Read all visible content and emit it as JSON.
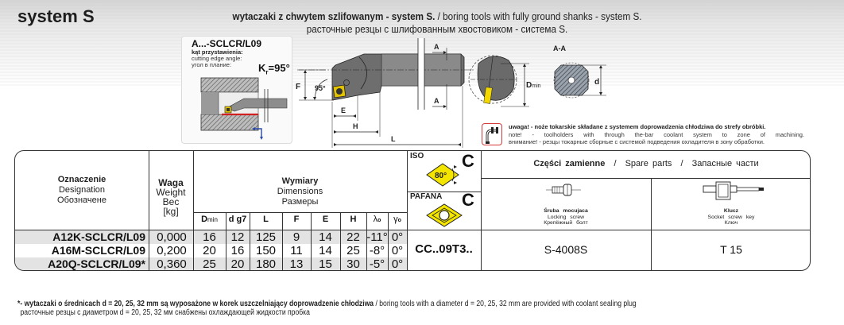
{
  "header": {
    "title": "system S",
    "subtitle_pl": "wytaczaki z chwytem szlifowanym  - system S.",
    "subtitle_sep": " / ",
    "subtitle_en": "boring tools with  fully ground shanks - system S.",
    "subtitle_ru": "расточные резцы с шлифованным хвостовиком - система S."
  },
  "angle_box": {
    "code": "A...-SCLCR/L09",
    "label_pl": "kąt przystawienia:",
    "label_en": "cutting edge angle:",
    "label_ru": "угол в плание:",
    "kr_symbol": "K",
    "kr_sub": "r",
    "kr_value": "=95°"
  },
  "drawing": {
    "labels": {
      "A_top": "A",
      "A_bottom": "A",
      "F": "F",
      "angle": "95°",
      "E": "E",
      "H": "H",
      "L": "L",
      "Dmin_D": "D",
      "Dmin_sub": "min",
      "section": "A-A",
      "d": "d"
    }
  },
  "note": {
    "icon": "coolant-pipe-icon",
    "pl": "uwaga! - noże tokarskie składane z systemem doprowadzenia chłodziwa do strefy obróbki.",
    "en": "note! - toolholders with through the-bar coolant system to zone of machining.",
    "ru": "внимание! - резцы токарные сборные с системой подведения охладителя в зону обработки."
  },
  "table": {
    "designation": {
      "pl": "Oznaczenie",
      "en": "Designation",
      "ru": "Обозначене"
    },
    "weight": {
      "pl": "Waga",
      "en": "Weight",
      "ru": "Вес",
      "unit": "[kg]"
    },
    "dimensions": {
      "pl": "Wymiary",
      "en": "Dimensions",
      "ru": "Размеры"
    },
    "columns": [
      {
        "main": "D",
        "sub": "min"
      },
      {
        "main": "d g7",
        "sub": ""
      },
      {
        "main": "L",
        "sub": ""
      },
      {
        "main": "F",
        "sub": ""
      },
      {
        "main": "E",
        "sub": ""
      },
      {
        "main": "H",
        "sub": ""
      },
      {
        "main": "λ",
        "sub": "o"
      },
      {
        "main": "γ",
        "sub": "o"
      }
    ],
    "iso": {
      "label": "ISO",
      "letter": "C",
      "angle": "80°"
    },
    "pafana": {
      "label": "PAFANA",
      "letter": "C"
    },
    "insert_code": "CC..09T3..",
    "spare_parts": {
      "title_pl": "Części  zamienne",
      "sep": "/",
      "title_en": "Spare  parts",
      "title_ru": "Запасные  части",
      "screw": {
        "icon": "locking-screw-icon",
        "pl": "Śruba  mocujaca",
        "en": "Locking  screw",
        "ru": "Крепёжный  болт",
        "value": "S-4008S"
      },
      "key": {
        "icon": "socket-key-icon",
        "pl": "Klucz",
        "en": "Socket  screw  key",
        "ru": "Ключ",
        "value": "T 15"
      }
    },
    "rows": [
      {
        "designation": "A12K-SCLCR/L09",
        "weight": "0,000",
        "dmin": "16",
        "d": "12",
        "L": "125",
        "F": "9",
        "E": "14",
        "H": "22",
        "lambda": "-11°",
        "gamma": "0°"
      },
      {
        "designation": "A16M-SCLCR/L09",
        "weight": "0,200",
        "dmin": "20",
        "d": "16",
        "L": "150",
        "F": "11",
        "E": "14",
        "H": "25",
        "lambda": "-8°",
        "gamma": "0°"
      },
      {
        "designation": "A20Q-SCLCR/L09*",
        "weight": "0,360",
        "dmin": "25",
        "d": "20",
        "L": "180",
        "F": "13",
        "E": "15",
        "H": "30",
        "lambda": "-5°",
        "gamma": "0°"
      }
    ]
  },
  "footer": {
    "pl": "*- wytaczaki o średnicach d = 20, 25, 32 mm są wyposażone w korek uszczelniający doprowadzenie chłodziwa",
    "en": " / boring tools with a diameter d = 20, 25, 32 mm are provided with coolant sealing plug",
    "ru": "расточные резцы с диаметром d = 20, 25, 32 мм снабжены охлаждающей жидкости пробка"
  }
}
